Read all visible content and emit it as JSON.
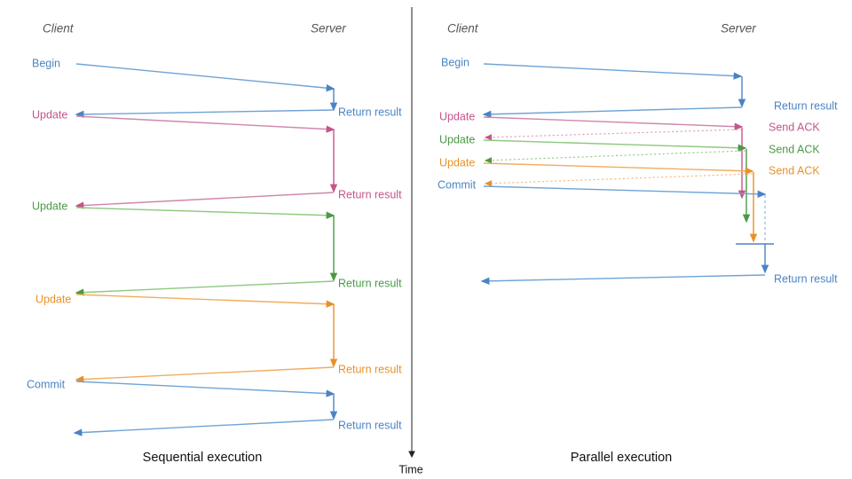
{
  "figure": {
    "title_left": "Sequential execution",
    "title_right": "Parallel execution",
    "time_axis_label": "Time"
  },
  "colors": {
    "blue": "#4b84c4",
    "blue_light": "#8fb8e0",
    "pink": "#c4558a",
    "pink_light": "#dba3c0",
    "green": "#4a9a45",
    "green_light": "#9ccb8e",
    "orange": "#e8912a",
    "orange_light": "#f4bd7e",
    "header_gray": "#555555",
    "axis_black": "#222222"
  },
  "left_panel": {
    "lane_client": "Client",
    "lane_server": "Server",
    "caption": "Sequential execution",
    "messages": [
      {
        "label": "Begin",
        "color": "blue",
        "reply": "Return result",
        "dir": "request"
      },
      {
        "label": "Update",
        "color": "pink",
        "reply": "Return result",
        "dir": "request"
      },
      {
        "label": "Update",
        "color": "green",
        "reply": "Return result",
        "dir": "request"
      },
      {
        "label": "Update",
        "color": "orange",
        "reply": "Return result",
        "dir": "request"
      },
      {
        "label": "Commit",
        "color": "blue",
        "reply": "Return result",
        "dir": "request"
      }
    ]
  },
  "right_panel": {
    "lane_client": "Client",
    "lane_server": "Server",
    "caption": "Parallel execution",
    "messages": [
      {
        "label": "Begin",
        "color": "blue",
        "reply": "Return result",
        "dir": "request"
      },
      {
        "label": "Update",
        "color": "pink",
        "reply": "Send ACK",
        "dir": "request"
      },
      {
        "label": "Update",
        "color": "green",
        "reply": "Send ACK",
        "dir": "request"
      },
      {
        "label": "Update",
        "color": "orange",
        "reply": "Send ACK",
        "dir": "request"
      },
      {
        "label": "Commit",
        "color": "blue",
        "reply": "Return result",
        "dir": "request"
      }
    ]
  },
  "labels": {
    "l_begin": "Begin",
    "l_update": "Update",
    "l_commit": "Commit",
    "l_return": "Return result",
    "l_ack": "Send ACK",
    "l_client": "Client",
    "l_server": "Server",
    "l_time": "Time",
    "l_seq": "Sequential execution",
    "l_par": "Parallel execution"
  }
}
